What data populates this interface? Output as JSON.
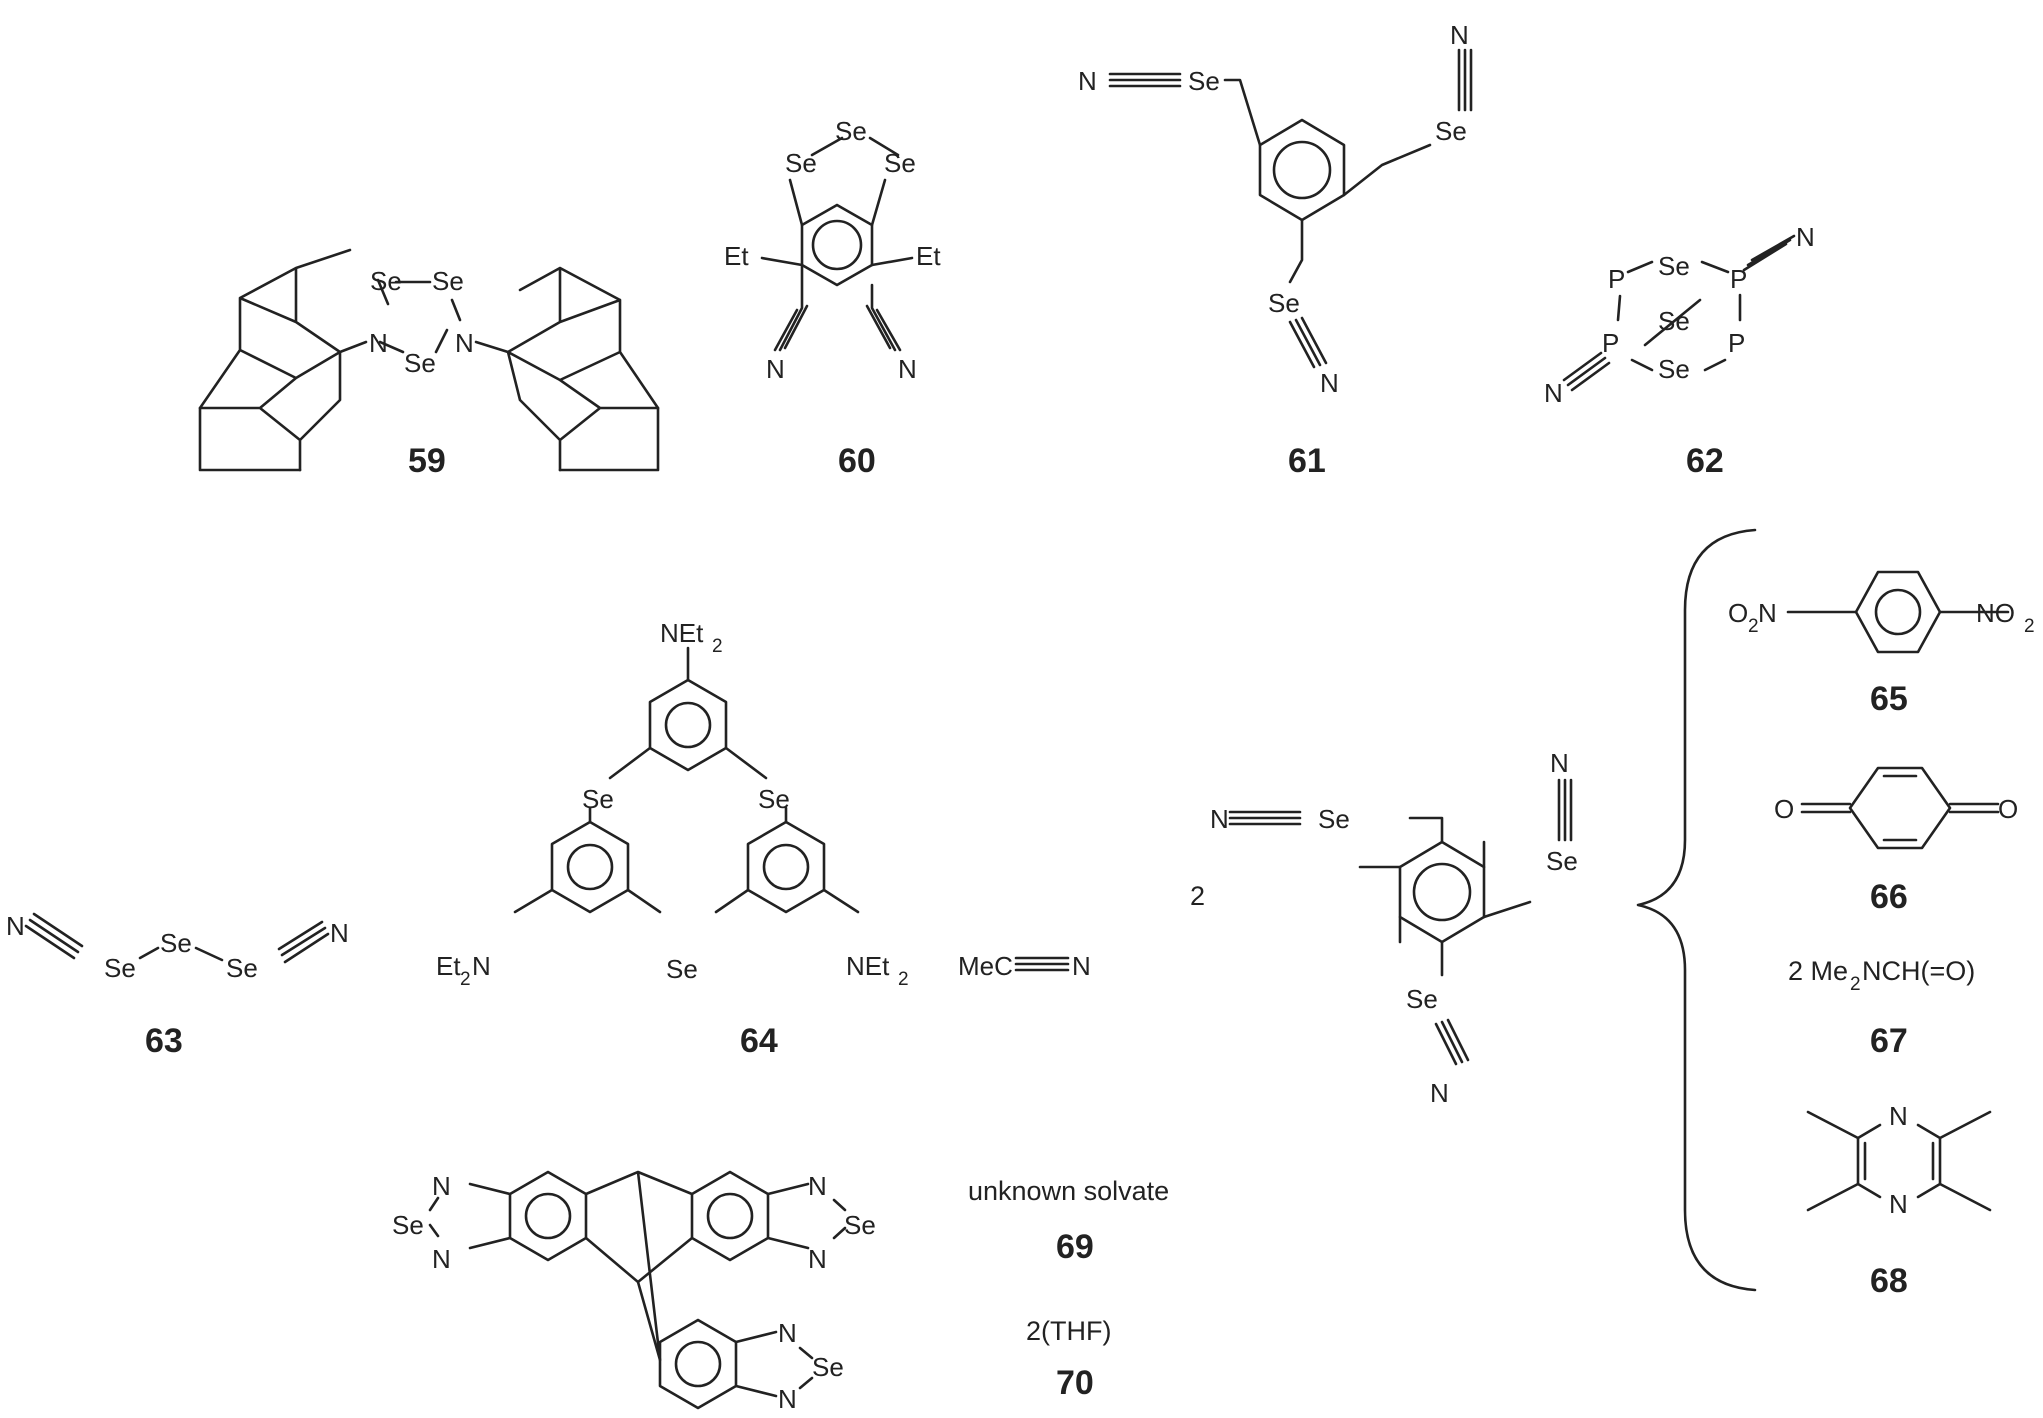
{
  "figure": {
    "compounds": [
      {
        "id": "59",
        "label": "59"
      },
      {
        "id": "60",
        "label": "60"
      },
      {
        "id": "61",
        "label": "61"
      },
      {
        "id": "62",
        "label": "62"
      },
      {
        "id": "63",
        "label": "63"
      },
      {
        "id": "64",
        "label": "64"
      },
      {
        "id": "65",
        "label": "65"
      },
      {
        "id": "66",
        "label": "66"
      },
      {
        "id": "67",
        "label": "67"
      },
      {
        "id": "68",
        "label": "68"
      },
      {
        "id": "69",
        "label": "69"
      },
      {
        "id": "70",
        "label": "70"
      }
    ],
    "atoms": {
      "Se": "Se",
      "N": "N",
      "P": "P",
      "Et": "Et",
      "O": "O",
      "NEt": "NEt",
      "EtN": "Et",
      "Nsuffix": "N",
      "MeC": "MeC",
      "NO": "NO",
      "Olead": "O",
      "Nafter": "N",
      "sub2": "2"
    },
    "notes": {
      "stoich_2": "2",
      "dmf_prefix": "2 Me",
      "dmf_suffix": "NCH(=O)",
      "unknown_solvate": "unknown solvate",
      "thf": "2(THF)"
    }
  }
}
